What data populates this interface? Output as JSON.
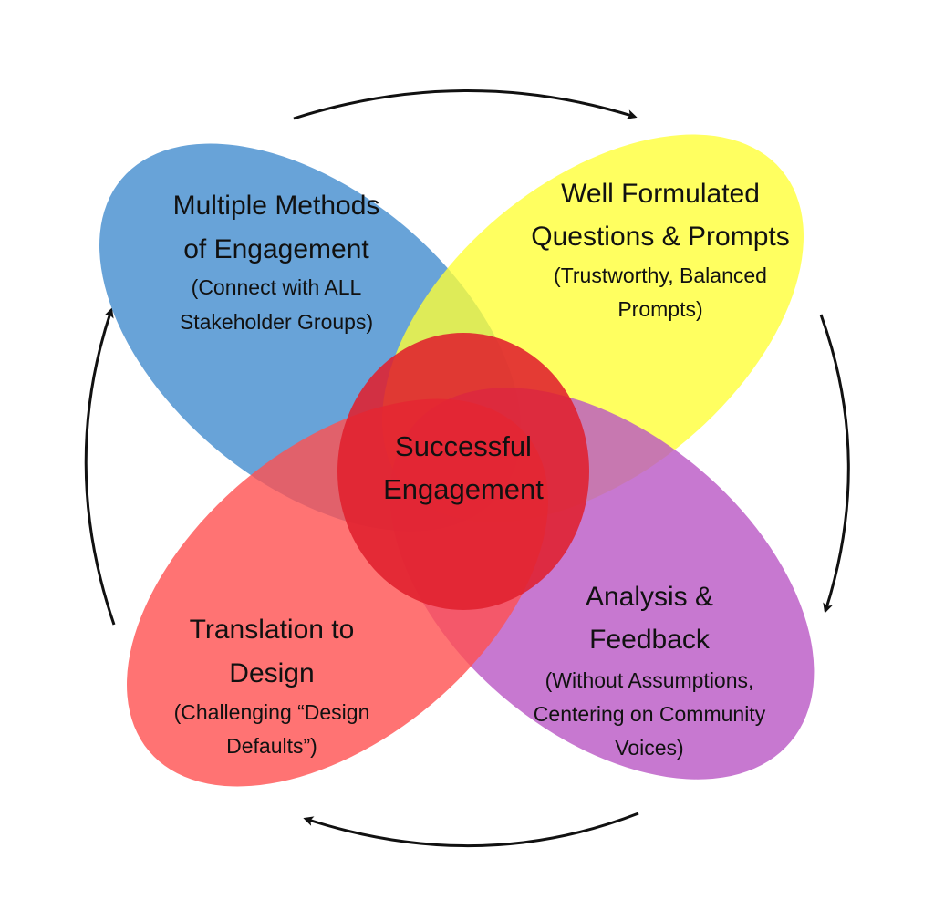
{
  "center": {
    "line1": "Successful",
    "line2": "Engagement"
  },
  "petals": [
    {
      "id": "methods",
      "color": "#5b9bd5",
      "title": [
        "Multiple Methods",
        "of Engagement"
      ],
      "subtitle": [
        "(Connect with ALL",
        "Stakeholder Groups)"
      ]
    },
    {
      "id": "questions",
      "color": "#ffff33",
      "title": [
        "Well Formulated",
        "Questions & Prompts"
      ],
      "subtitle": [
        "(Trustworthy, Balanced",
        "Prompts)"
      ]
    },
    {
      "id": "analysis",
      "color": "#b956c4",
      "title": [
        "Analysis &",
        "Feedback"
      ],
      "subtitle": [
        "(Without Assumptions,",
        "Centering on Community",
        "Voices)"
      ]
    },
    {
      "id": "translation",
      "color": "#ff5050",
      "title": [
        "Translation to",
        "Design"
      ],
      "subtitle": [
        "(Challenging “Design",
        "Defaults”)"
      ]
    }
  ],
  "center_color": "#e0202e",
  "cycle_direction": "clockwise"
}
